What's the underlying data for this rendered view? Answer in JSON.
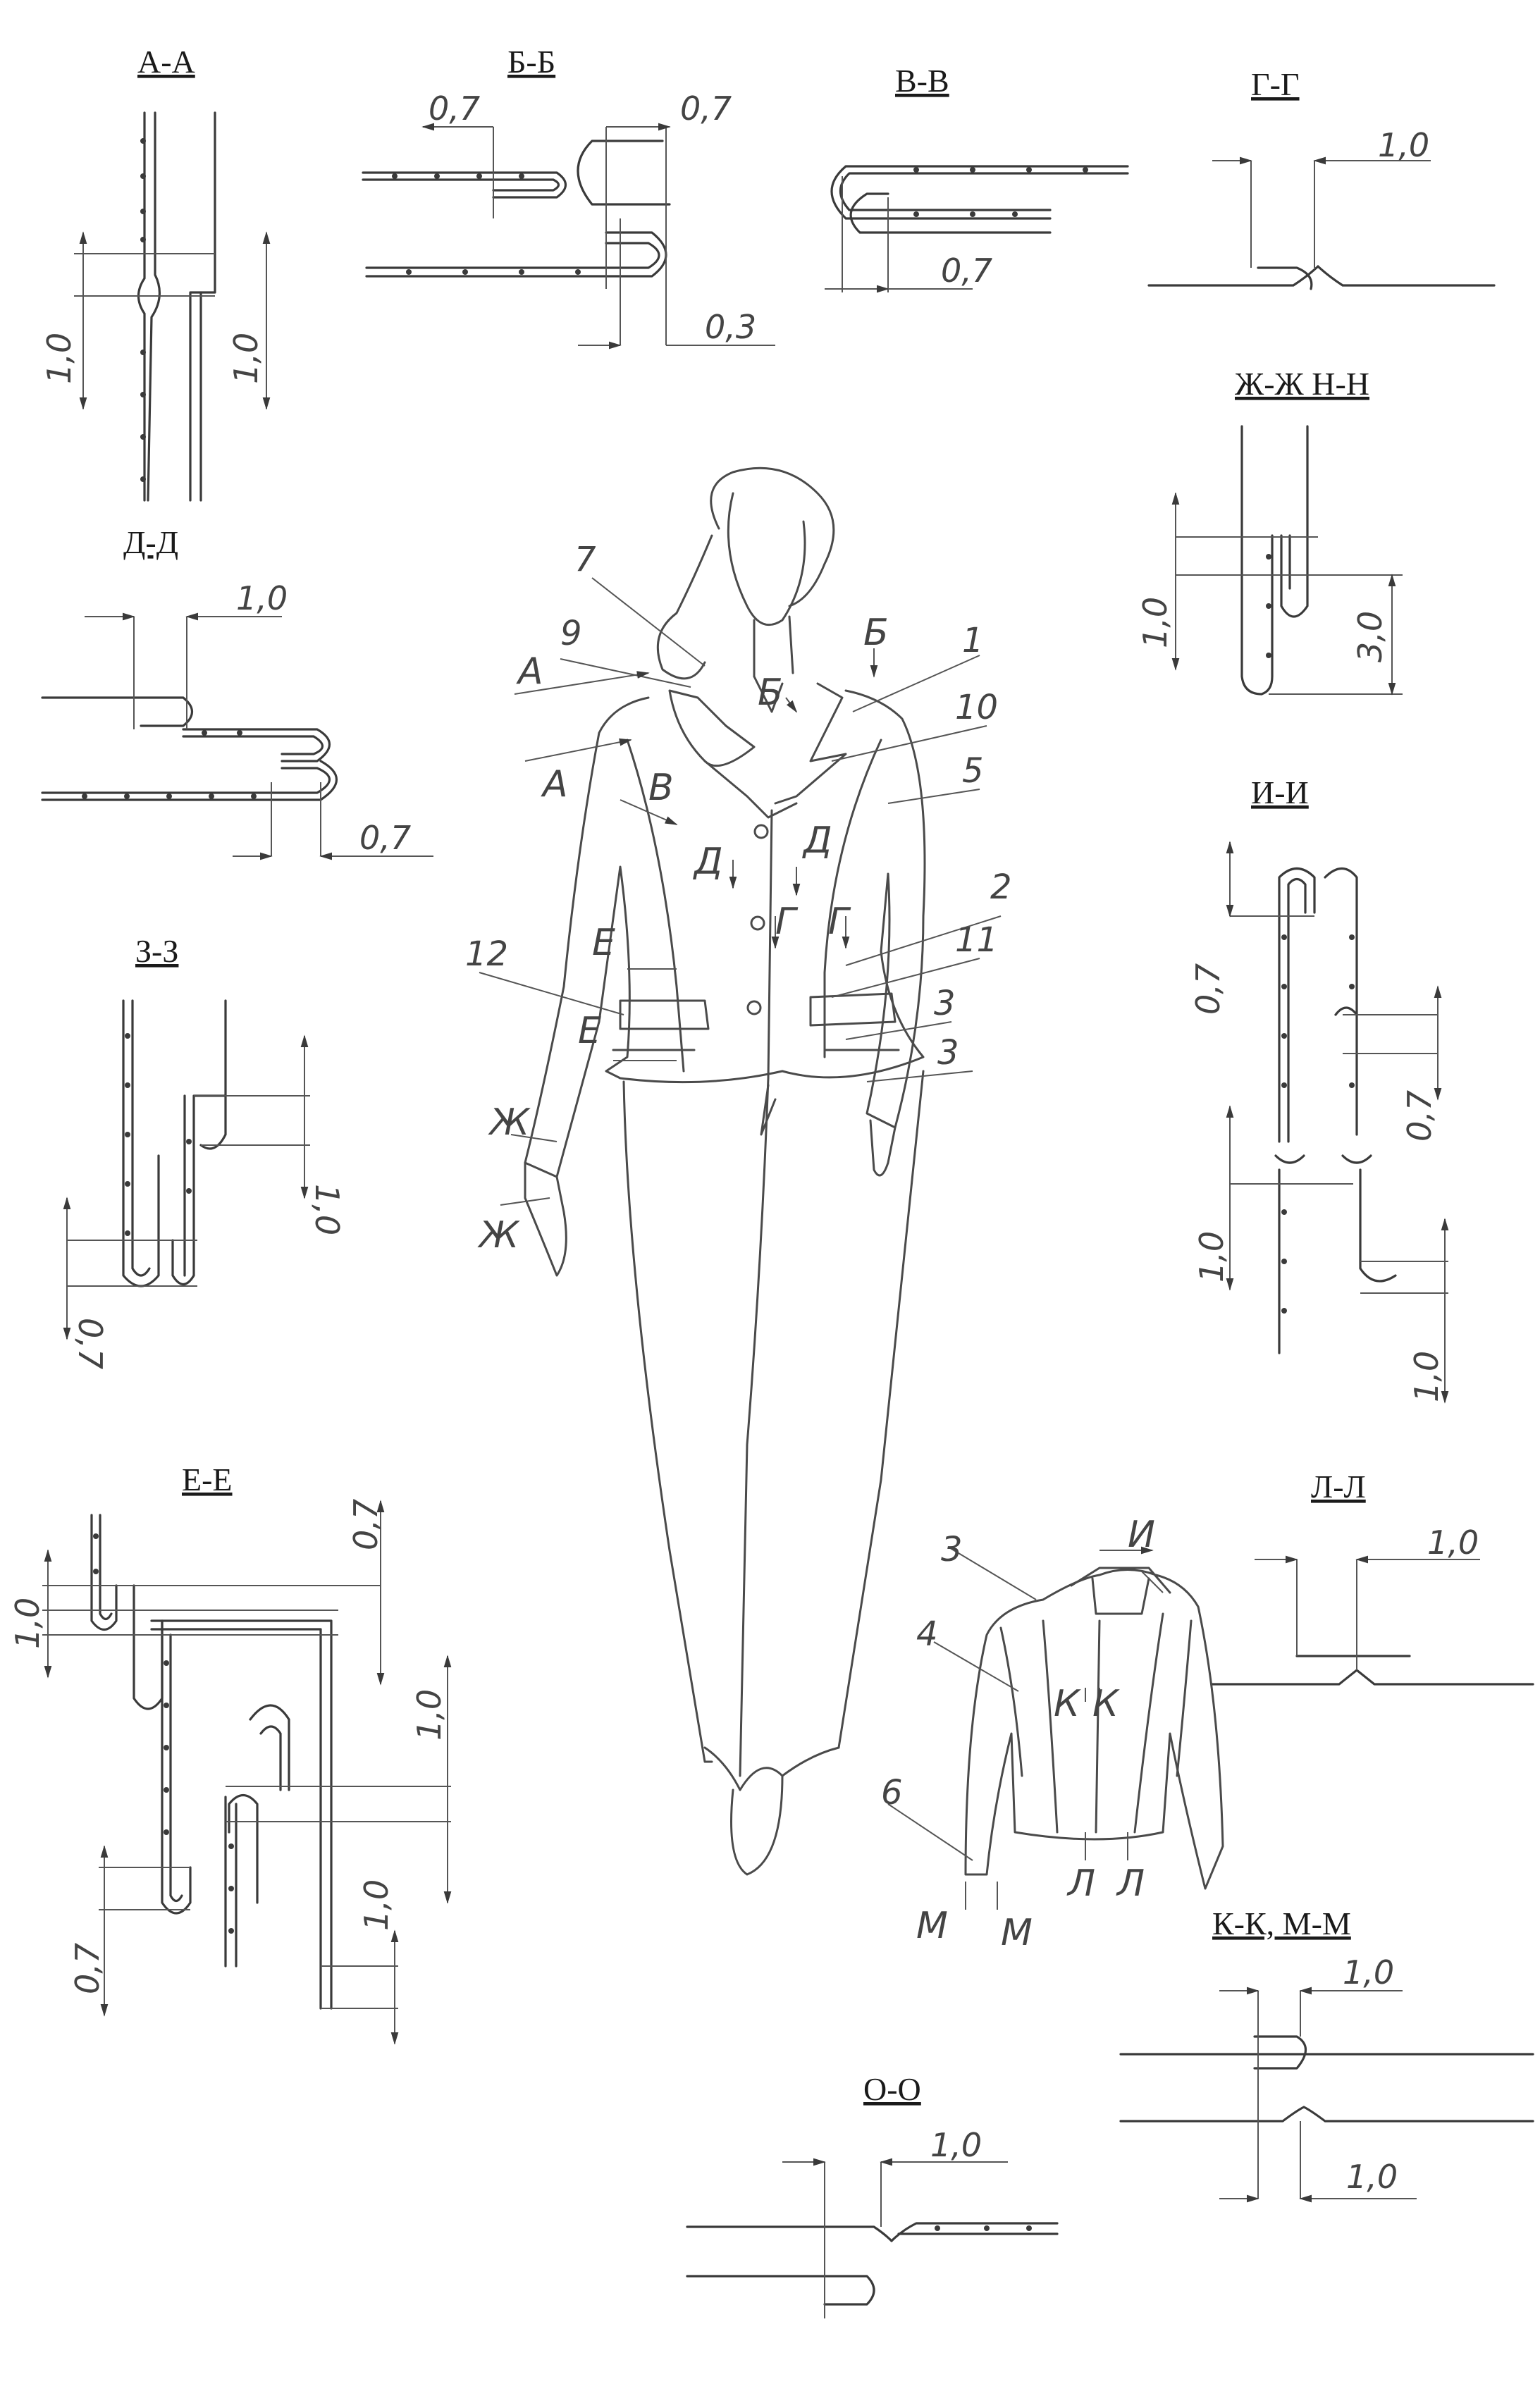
{
  "sections": {
    "aa": {
      "title": "А-А",
      "d1": "1,0",
      "d2": "1,0"
    },
    "bb": {
      "title": "Б-Б",
      "d1": "0,7",
      "d2": "0,7",
      "d3": "0,3"
    },
    "vv": {
      "title": "В-В",
      "d1": "0,7"
    },
    "gg": {
      "title": "Г-Г",
      "d1": "1,0"
    },
    "zhzh": {
      "title": "Ж-Ж  Н-Н",
      "d1": "1,0",
      "d2": "3,0"
    },
    "dd": {
      "title": "Д-Д",
      "d1": "1,0",
      "d2": "0,7"
    },
    "ii": {
      "title": "И-И",
      "d1": "0,7",
      "d2": "0,7",
      "d3": "1,0",
      "d4": "1,0"
    },
    "zz": {
      "title": "З-З",
      "d1": "1,0",
      "d2": "0,7"
    },
    "ee": {
      "title": "Е-Е",
      "d1": "0,7",
      "d2": "1,0",
      "d3": "1,0",
      "d4": "1,0",
      "d5": "0,7"
    },
    "ll": {
      "title": "Л-Л",
      "d1": "1,0"
    },
    "kk": {
      "title": "К-К, М-М",
      "d1": "1,0",
      "d2": "1,0"
    },
    "oo": {
      "title": "О-О",
      "d1": "1,0"
    }
  },
  "front_figure": {
    "part_numbers": [
      "1",
      "2",
      "3",
      "3",
      "5",
      "7",
      "9",
      "10",
      "11",
      "12"
    ],
    "cut_letters": [
      "А",
      "А",
      "Б",
      "Б",
      "В",
      "Г",
      "Г",
      "Д",
      "Д",
      "Е",
      "Е",
      "Ж",
      "Ж"
    ]
  },
  "back_figure": {
    "part_numbers": [
      "3",
      "4",
      "6"
    ],
    "cut_letters": [
      "И",
      "К",
      "К",
      "Л",
      "Л",
      "М",
      "М"
    ]
  }
}
